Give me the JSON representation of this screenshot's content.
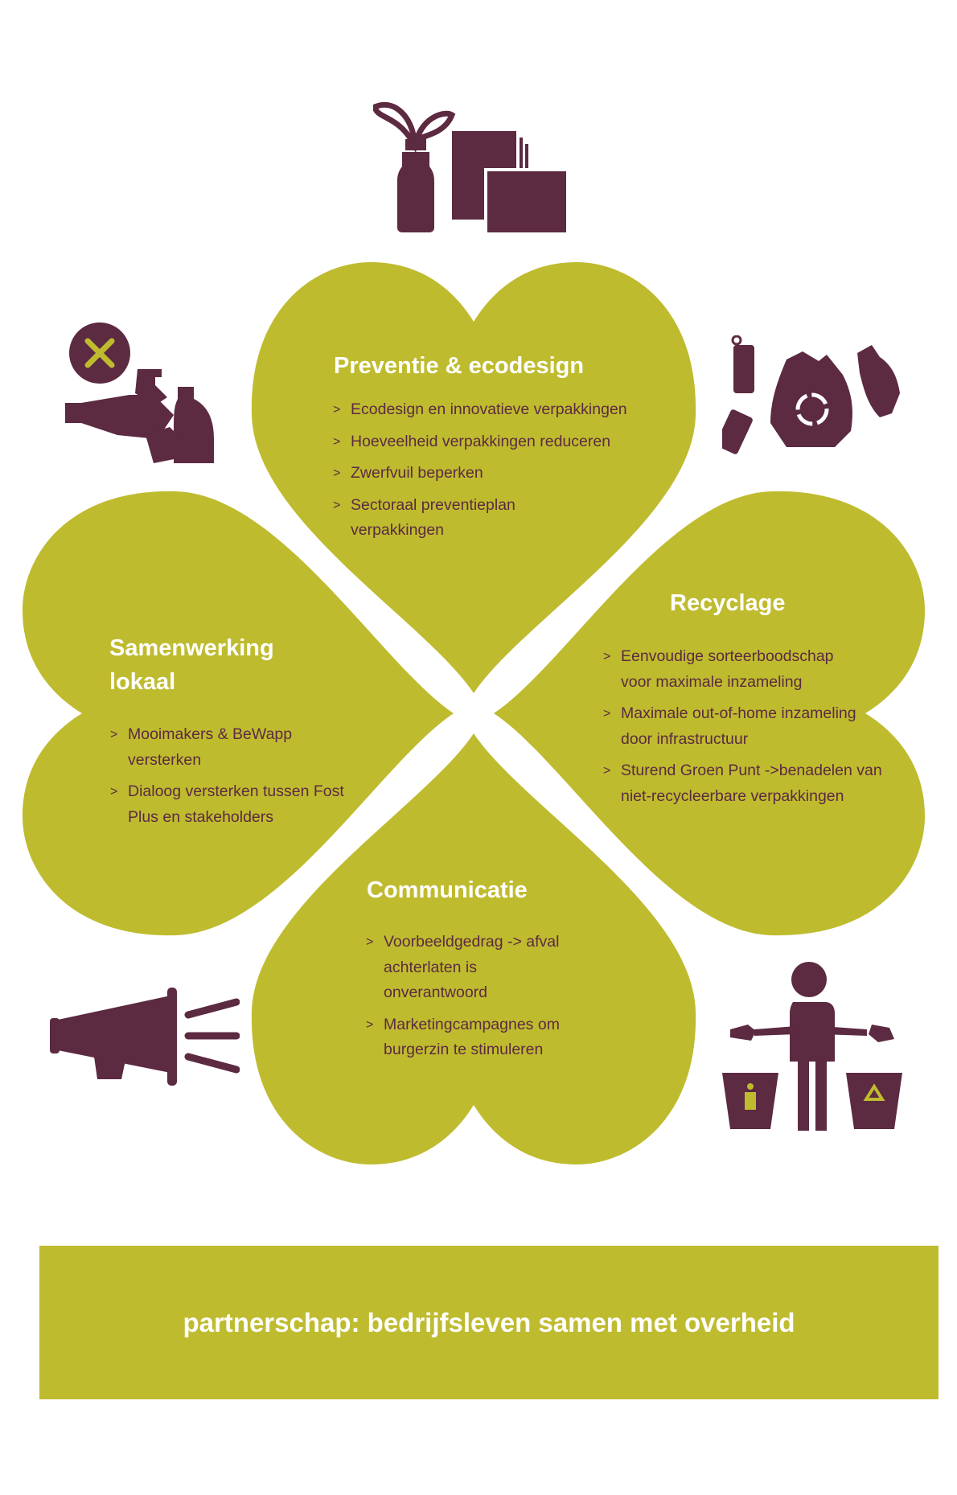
{
  "colors": {
    "accent_green": "#bfbb2f",
    "accent_purple": "#5c2a41",
    "text_white": "#ffffff"
  },
  "bullet": ">",
  "leaves": {
    "top": {
      "title": "Preventie & ecodesign",
      "items": [
        "Ecodesign en innovatieve verpakkingen",
        "Hoeveelheid verpakkingen reduceren",
        "Zwerfvuil beperken",
        "Sectoraal preventieplan verpakkingen"
      ]
    },
    "right": {
      "title": "Recyclage",
      "items": [
        "Eenvoudige sorteerboodschap voor maximale inzameling",
        "Maximale out-of-home inzameling door infrastructuur",
        "Sturend Groen Punt ->benadelen van niet-recycleerbare verpakkingen"
      ]
    },
    "left": {
      "title_line1": "Samenwerking",
      "title_line2": "lokaal",
      "items": [
        "Mooimakers & BeWapp versterken",
        "Dialoog versterken tussen Fost Plus en stakeholders"
      ]
    },
    "bottom": {
      "title": "Communicatie",
      "items": [
        "Voorbeeldgedrag -> afval achterlaten is onverantwoord",
        "Marketingcampagnes om burgerzin te stimuleren"
      ]
    }
  },
  "icons": [
    "ecodesign-packaging-icon",
    "litter-prohibited-icon",
    "recycling-waste-icon",
    "megaphone-icon",
    "sorting-bins-person-icon"
  ],
  "banner": {
    "text": "partnerschap: bedrijfsleven samen met overheid"
  }
}
